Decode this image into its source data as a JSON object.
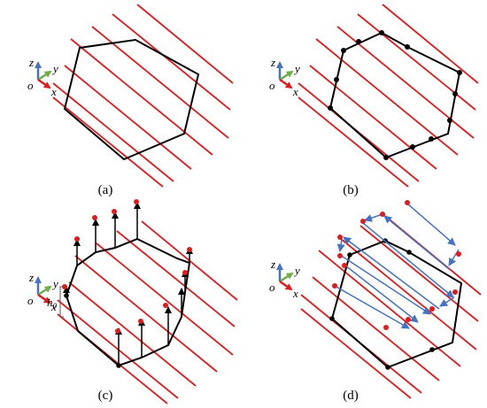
{
  "panels": [
    {
      "id": "a",
      "label": "(a)"
    },
    {
      "id": "b",
      "label": "(b)"
    },
    {
      "id": "c",
      "label": "(c)"
    },
    {
      "id": "d",
      "label": "(d)"
    }
  ],
  "axes": {
    "z_label": "z",
    "y_label": "y",
    "o_label": "o",
    "x_label": "x",
    "z_color": "#4472c4",
    "y_color": "#70ad47",
    "x_color": "#e31a1c"
  },
  "annotation": {
    "height_symbol": "h",
    "height_subscript": "0"
  },
  "colors": {
    "contour": "#000000",
    "scan_line": "#e31a1c",
    "vertex": "#000000",
    "raised_point": "#e31a1c",
    "path_arrow": "#4472c4"
  }
}
